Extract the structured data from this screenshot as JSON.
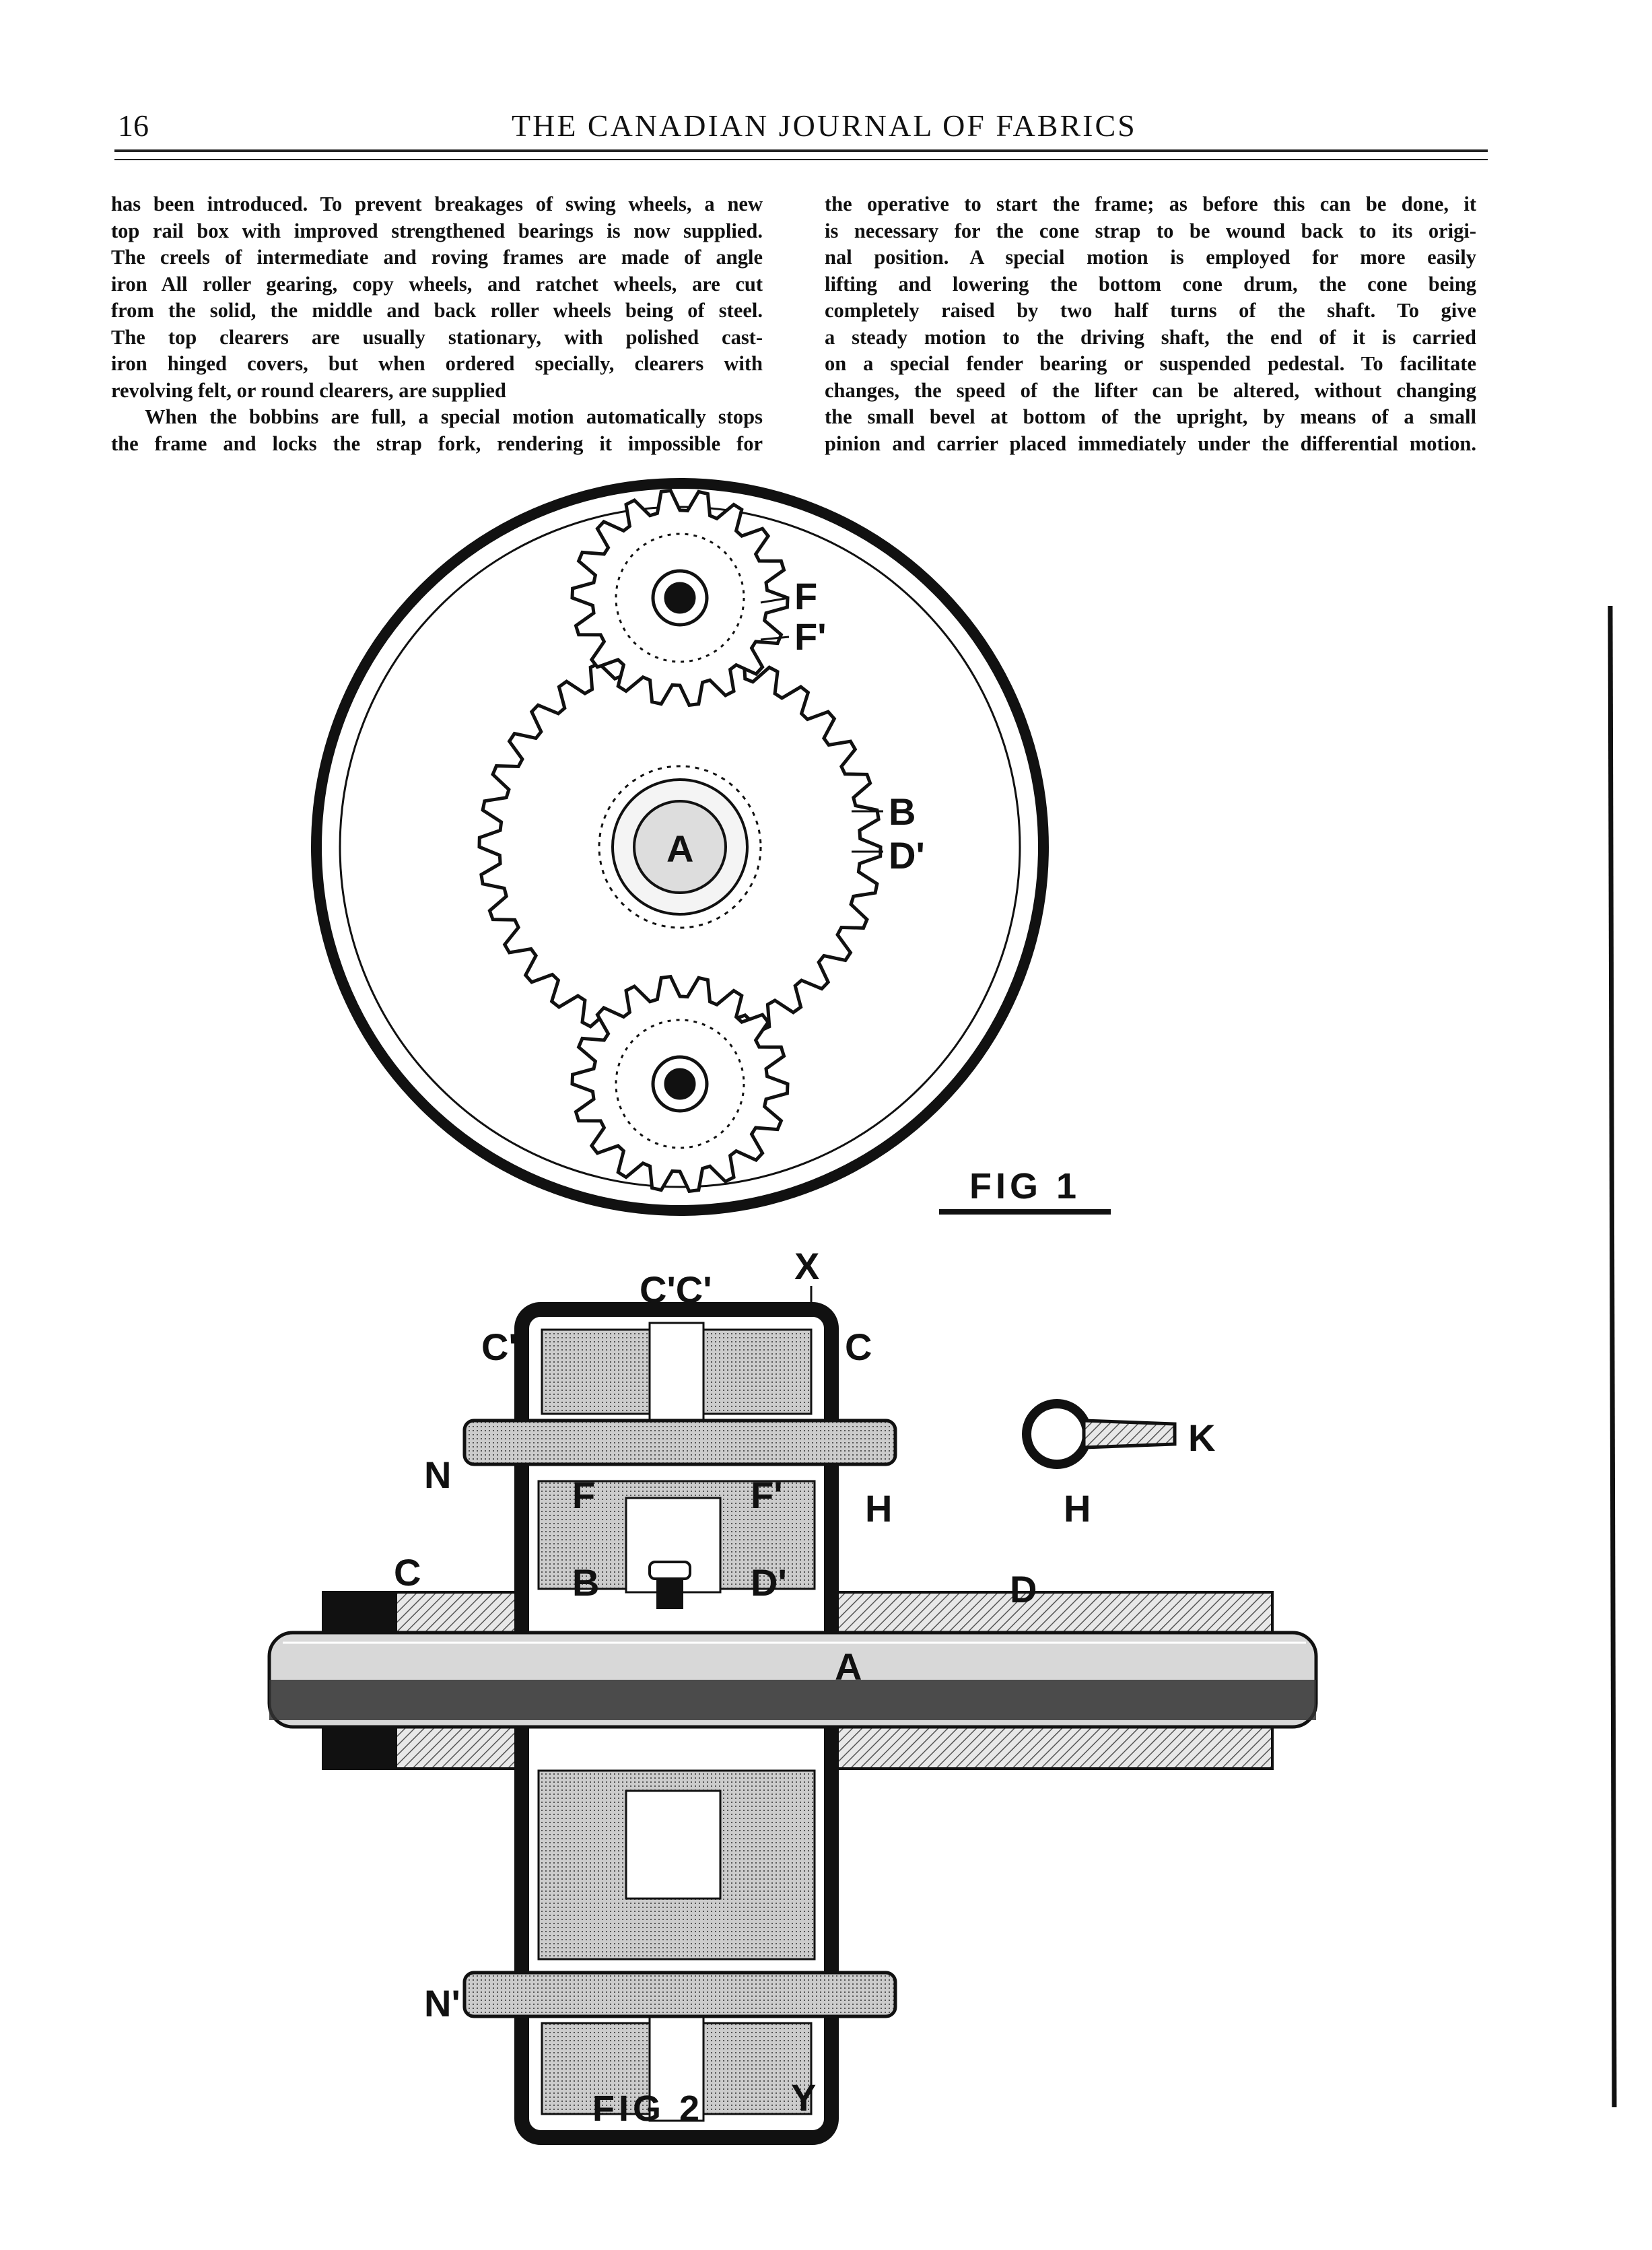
{
  "header": {
    "page_number": "16",
    "title": "THE CANADIAN JOURNAL OF FABRICS"
  },
  "columns": {
    "left": [
      {
        "text": "has been introduced.  To prevent breakages of swing wheels, a new",
        "indent": false,
        "last": false
      },
      {
        "text": "top rail box with improved strengthened bearings is now supplied.",
        "indent": false,
        "last": false
      },
      {
        "text": "The creels of intermediate and roving frames are made of angle",
        "indent": false,
        "last": false
      },
      {
        "text": "iron   All roller gearing, copy wheels, and ratchet wheels, are cut",
        "indent": false,
        "last": false
      },
      {
        "text": "from the solid, the middle and back roller wheels being of steel.",
        "indent": false,
        "last": false
      },
      {
        "text": "The top clearers are usually stationary, with polished cast-",
        "indent": false,
        "last": false
      },
      {
        "text": "iron hinged covers, but when ordered specially, clearers with",
        "indent": false,
        "last": false
      },
      {
        "text": "revolving felt, or round clearers, are supplied",
        "indent": false,
        "last": true
      },
      {
        "text": "When the bobbins are full, a special motion automatically stops",
        "indent": true,
        "last": false
      },
      {
        "text": "the frame and locks the strap fork, rendering it impossible for",
        "indent": false,
        "last": false
      }
    ],
    "right": [
      {
        "text": "the operative to start the frame; as before this can be done, it",
        "indent": false,
        "last": false
      },
      {
        "text": "is necessary for the cone strap to be wound back to its origi-",
        "indent": false,
        "last": false
      },
      {
        "text": "nal position. A special motion is employed for more easily",
        "indent": false,
        "last": false
      },
      {
        "text": "lifting and lowering the bottom cone drum, the cone being",
        "indent": false,
        "last": false
      },
      {
        "text": "completely raised by two half turns of the shaft.  To give",
        "indent": false,
        "last": false
      },
      {
        "text": "a steady motion to the driving shaft, the end of it is carried",
        "indent": false,
        "last": false
      },
      {
        "text": "on a special fender bearing or suspended pedestal.  To facilitate",
        "indent": false,
        "last": false
      },
      {
        "text": "changes, the speed of the lifter can be altered, without changing",
        "indent": false,
        "last": false
      },
      {
        "text": "the small bevel at bottom of the upright, by means of a small",
        "indent": false,
        "last": false
      },
      {
        "text": "pinion and carrier placed immediately under the differential motion.",
        "indent": false,
        "last": false
      }
    ]
  },
  "figure1": {
    "caption": "FIG 1",
    "labels": {
      "F": "F",
      "F1": "F'",
      "A": "A",
      "B": "B",
      "D1": "D'"
    }
  },
  "figure2": {
    "caption": "FIG 2",
    "labels": {
      "C2C1": "C'C'",
      "X": "X",
      "C1_left": "C'",
      "C_right": "C",
      "N": "N",
      "F": "F",
      "F1": "F'",
      "H": "H",
      "K": "K",
      "H2": "H",
      "C": "C",
      "B": "B",
      "D1": "D'",
      "D": "D",
      "A": "A",
      "N1": "N'",
      "Y": "Y"
    }
  }
}
